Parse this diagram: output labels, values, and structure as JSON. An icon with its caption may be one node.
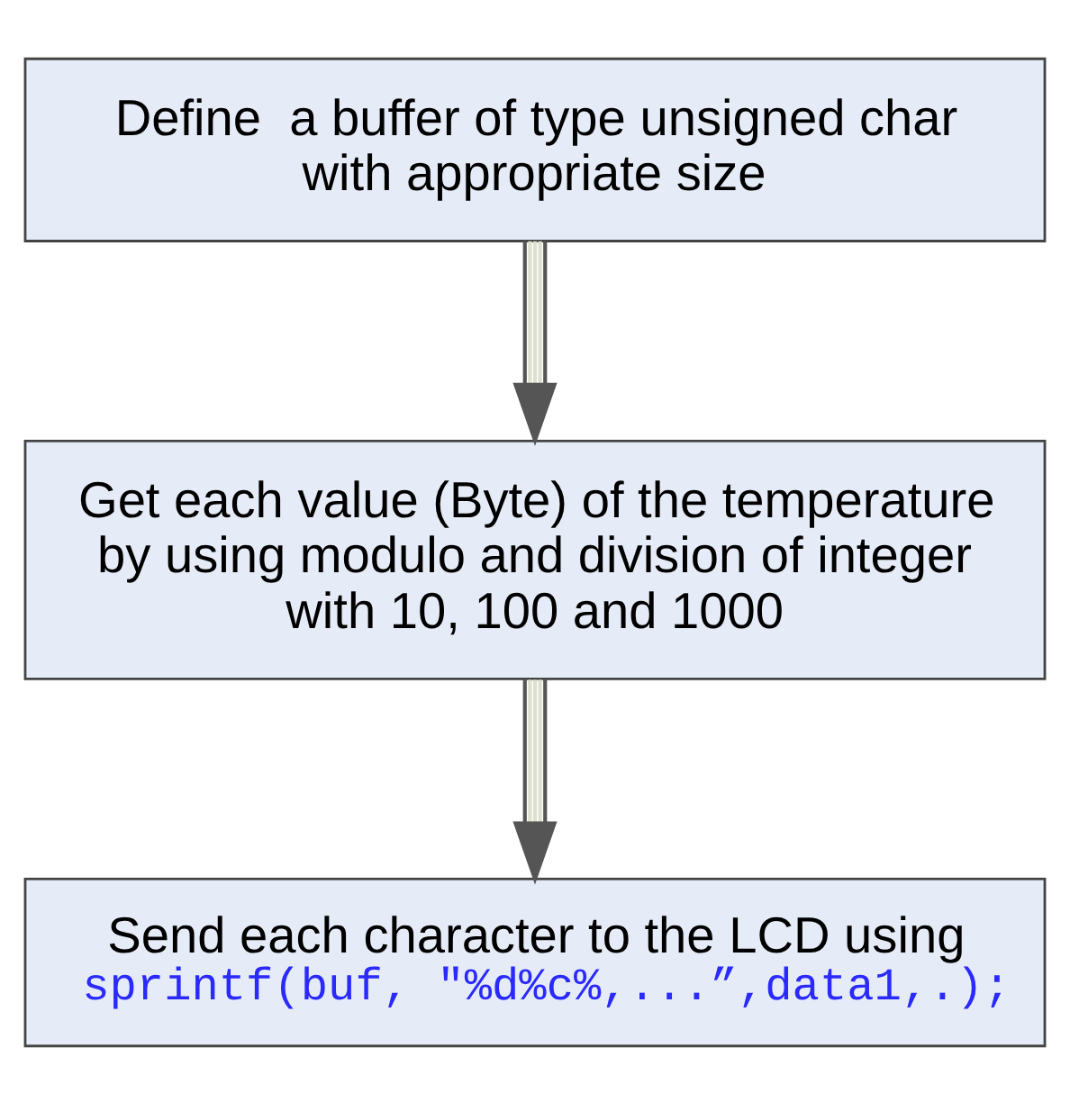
{
  "diagram": {
    "nodes": [
      {
        "text": [
          "Define  a buffer of type unsigned char with appropriate size"
        ]
      },
      {
        "text": [
          "Get each value (Byte) of the temperature by using modulo and division of integer with 10, 100 and 1000"
        ]
      },
      {
        "text": [
          "Send each character to the LCD using",
          "sprintf(buf, \"%d%c%,...”,data1,.);"
        ]
      }
    ],
    "edges": [
      {
        "from": 0,
        "to": 1,
        "arrow": "to"
      },
      {
        "from": 1,
        "to": 2,
        "arrow": "to"
      }
    ]
  }
}
